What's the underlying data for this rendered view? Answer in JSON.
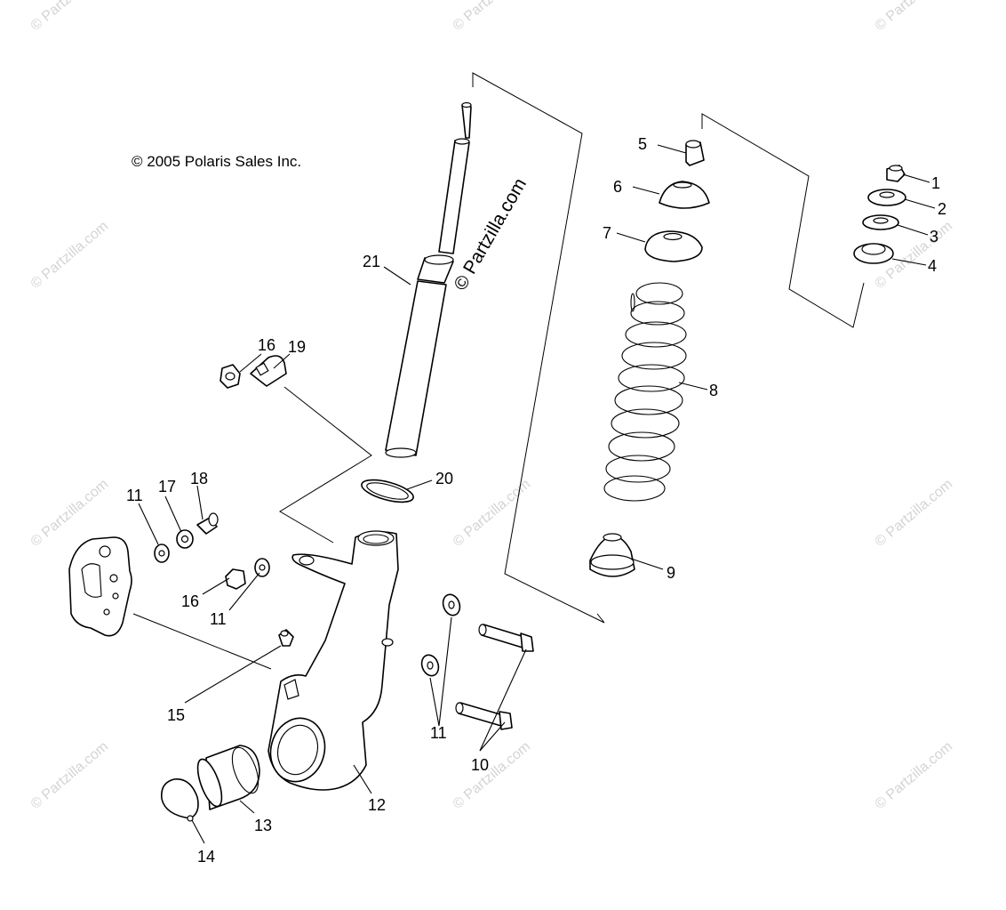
{
  "copyright": "© 2005 Polaris Sales Inc.",
  "watermark_main": "© Partzilla.com",
  "watermark_faint": "© Partzilla.com",
  "callouts": {
    "c1": "1",
    "c2": "2",
    "c3": "3",
    "c4": "4",
    "c5": "5",
    "c6": "6",
    "c7": "7",
    "c8": "8",
    "c9": "9",
    "c10": "10",
    "c11a": "11",
    "c11b": "11",
    "c11c": "11",
    "c12": "12",
    "c13": "13",
    "c14": "14",
    "c15": "15",
    "c16a": "16",
    "c16b": "16",
    "c17": "17",
    "c18": "18",
    "c19": "19",
    "c20": "20",
    "c21": "21"
  }
}
